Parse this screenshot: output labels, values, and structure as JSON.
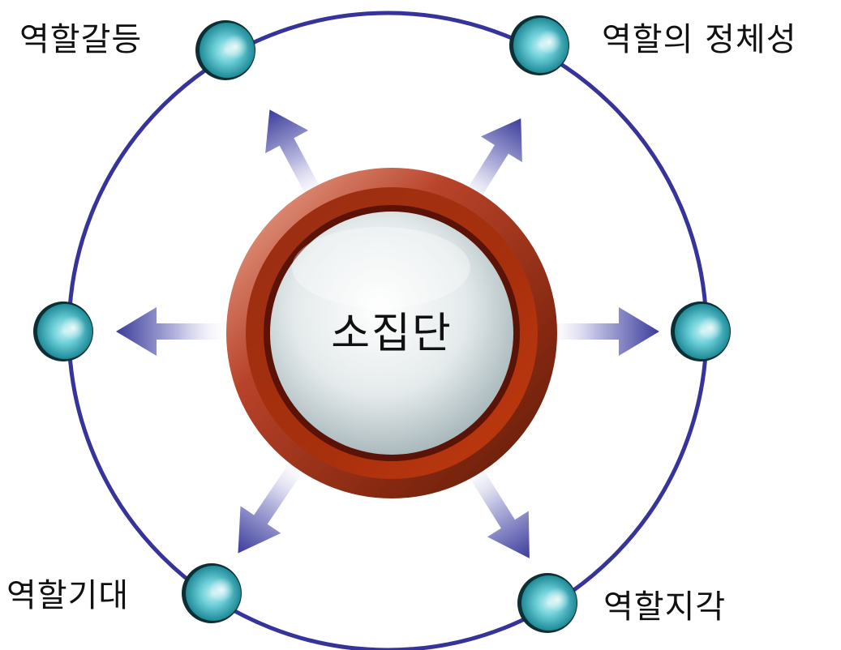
{
  "center": {
    "label": "소집단"
  },
  "nodes": {
    "top_left": "역할갈등",
    "top_right": "역할의 정체성",
    "bottom_left": "역할기대",
    "bottom_right": "역할지각"
  },
  "colors": {
    "ring": "#36339a",
    "arrow": "#3c3d9c",
    "node": "#3fb7c4",
    "hub_outer": "#a53318",
    "hub_face": "#dfe6e8"
  }
}
